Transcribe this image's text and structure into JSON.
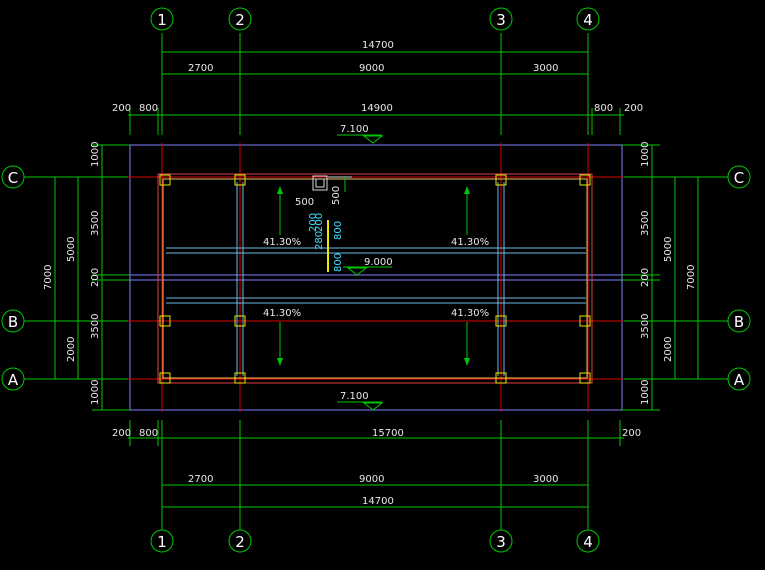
{
  "axes": {
    "top": [
      "1",
      "2",
      "3",
      "4"
    ],
    "bottom": [
      "1",
      "2",
      "3",
      "4"
    ],
    "left": [
      "C",
      "B",
      "A"
    ],
    "right": [
      "C",
      "B",
      "A"
    ]
  },
  "dims_top": {
    "overall": "14700",
    "bays": [
      "2700",
      "9000",
      "3000"
    ],
    "edge_left": [
      "200",
      "800"
    ],
    "edge_right": [
      "800",
      "200"
    ],
    "span": "14900"
  },
  "dims_bottom": {
    "edge_left": [
      "200",
      "800"
    ],
    "span": "15700",
    "edge_right": "200",
    "bays": [
      "2700",
      "9000",
      "3000"
    ],
    "overall": "14700"
  },
  "dims_left": {
    "segments": [
      "1000",
      "3500",
      "200",
      "3500",
      "1000"
    ],
    "mid": [
      "5000",
      "2000"
    ],
    "overall": "7000"
  },
  "dims_right": {
    "segments": [
      "1000",
      "3500",
      "200",
      "3500",
      "1000"
    ],
    "mid": [
      "5000",
      "2000"
    ],
    "overall": "7000"
  },
  "elevations": {
    "top": "7.100",
    "middle": "9.000",
    "bottom": "7.100"
  },
  "slopes": [
    "41.30%",
    "41.30%",
    "41.30%",
    "41.30%"
  ],
  "opening": {
    "w": "500",
    "h": "500"
  },
  "gutter": {
    "a": "200",
    "b": "800",
    "c": "280",
    "d": "200",
    "e": "800"
  }
}
